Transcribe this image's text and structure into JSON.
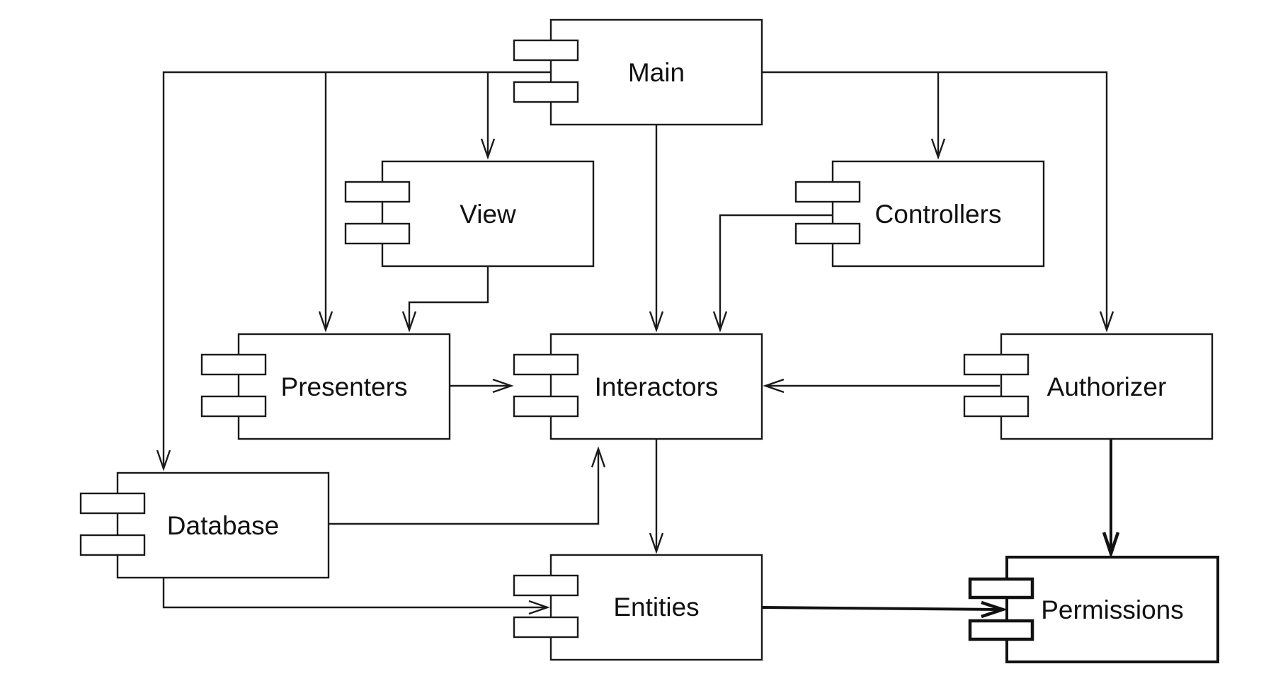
{
  "diagram": {
    "components": {
      "main": "Main",
      "view": "View",
      "controllers": "Controllers",
      "presenters": "Presenters",
      "interactors": "Interactors",
      "authorizer": "Authorizer",
      "database": "Database",
      "entities": "Entities",
      "permissions": "Permissions"
    },
    "dependencies": [
      {
        "from": "Main",
        "to": "Database"
      },
      {
        "from": "Main",
        "to": "Presenters"
      },
      {
        "from": "Main",
        "to": "View"
      },
      {
        "from": "Main",
        "to": "Interactors"
      },
      {
        "from": "Main",
        "to": "Controllers"
      },
      {
        "from": "Main",
        "to": "Authorizer"
      },
      {
        "from": "View",
        "to": "Presenters"
      },
      {
        "from": "Controllers",
        "to": "Interactors"
      },
      {
        "from": "Presenters",
        "to": "Interactors"
      },
      {
        "from": "Authorizer",
        "to": "Interactors"
      },
      {
        "from": "Authorizer",
        "to": "Permissions"
      },
      {
        "from": "Database",
        "to": "Interactors"
      },
      {
        "from": "Database",
        "to": "Entities"
      },
      {
        "from": "Interactors",
        "to": "Entities"
      },
      {
        "from": "Entities",
        "to": "Permissions"
      }
    ]
  }
}
